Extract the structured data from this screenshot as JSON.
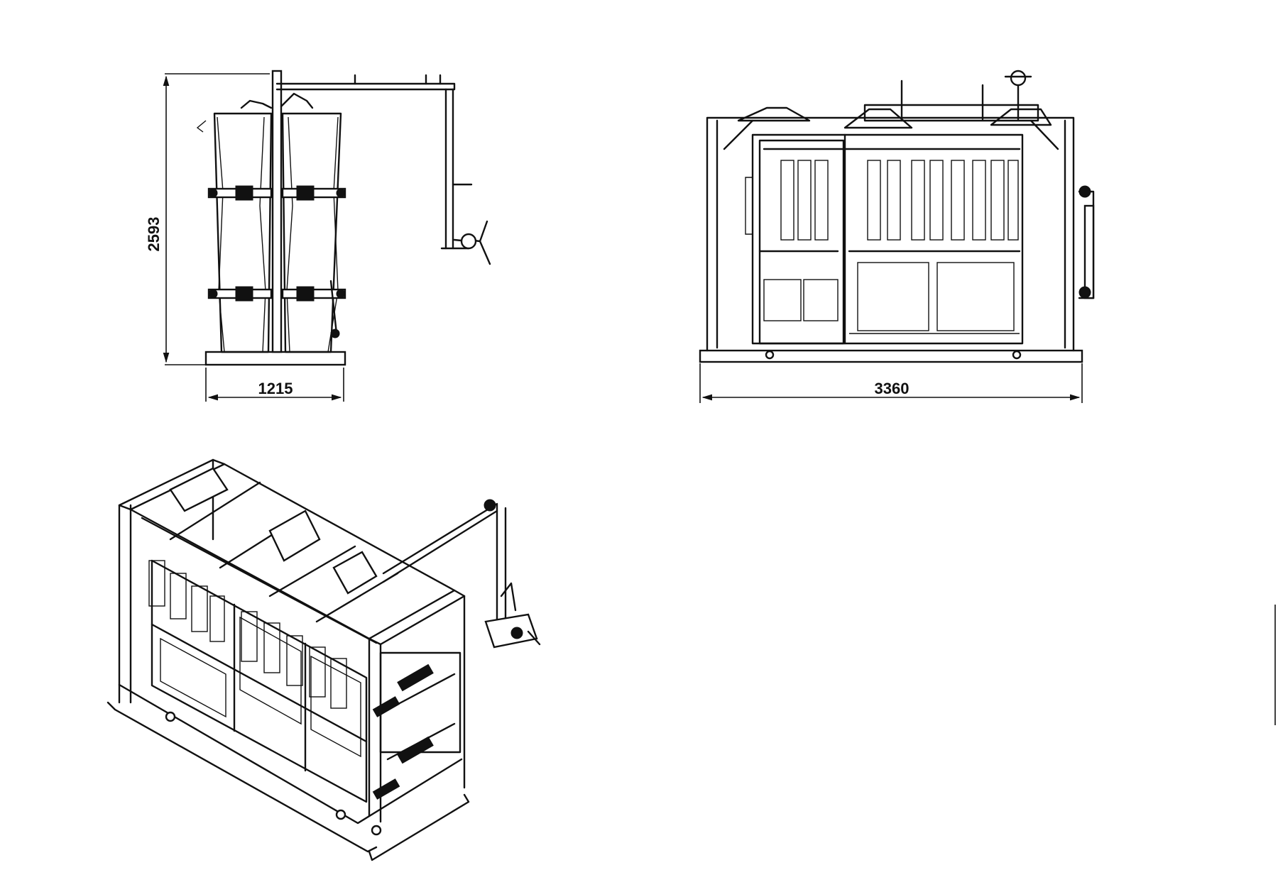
{
  "dimensions": {
    "side_width": "1215",
    "side_height": "2593",
    "front_width": "3360"
  }
}
